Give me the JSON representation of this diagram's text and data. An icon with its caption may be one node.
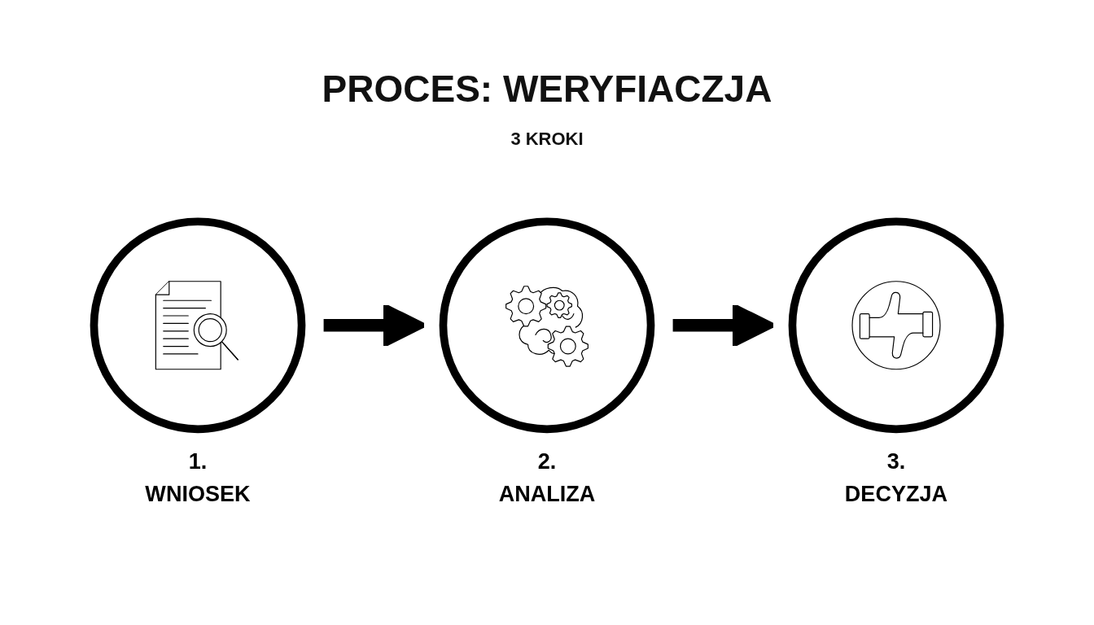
{
  "diagram": {
    "title": "PROCES: WERYFIACZJA",
    "nodes": [
      {
        "text": [],
        "shape": "circle",
        "beside": [
          "1.",
          "WNIOSEK"
        ]
      },
      {
        "text": [],
        "shape": "circle",
        "beside": [
          "2.",
          "ANALIZA"
        ]
      },
      {
        "text": [],
        "shape": "circle",
        "beside": [
          "3.",
          "DECYZJA"
        ]
      }
    ],
    "edges": [
      {
        "from": 0,
        "to": 1,
        "arrow": "to"
      },
      {
        "from": 1,
        "to": 2,
        "arrow": "to"
      }
    ],
    "labels": [
      "3 KROKI"
    ]
  }
}
